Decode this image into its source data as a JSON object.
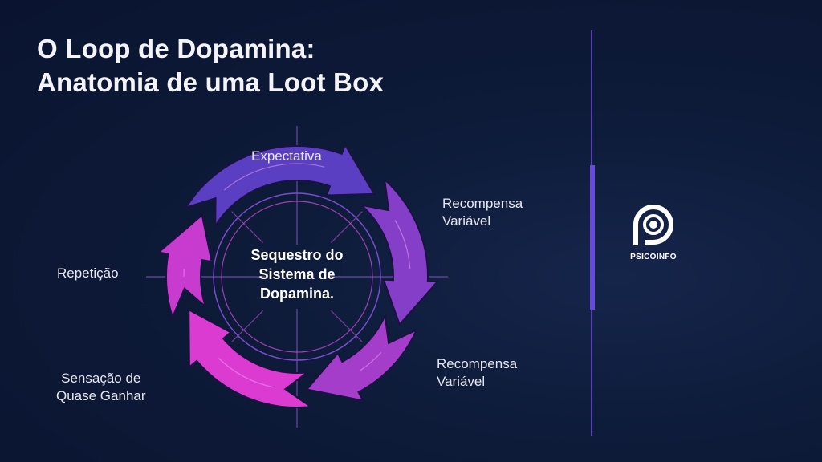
{
  "title": {
    "line1": "O Loop de Dopamina:",
    "line2": "Anatomia de uma Loot Box"
  },
  "center_text": {
    "line1": "Sequestro do",
    "line2": "Sistema de",
    "line3": "Dopamina."
  },
  "stages": [
    {
      "label": "Expectativa"
    },
    {
      "label_line1": "Recompensa",
      "label_line2": "Variável"
    },
    {
      "label_line1": "Recompensa",
      "label_line2": "Variável"
    },
    {
      "label_line1": "Sensação de",
      "label_line2": "Quase Ganhar"
    },
    {
      "label": "Repetição"
    }
  ],
  "colors": {
    "start": "#5b3fc2",
    "end": "#e23bd2",
    "accent": "#6a4ad8"
  },
  "logo": {
    "text": "PSICOINFO"
  }
}
